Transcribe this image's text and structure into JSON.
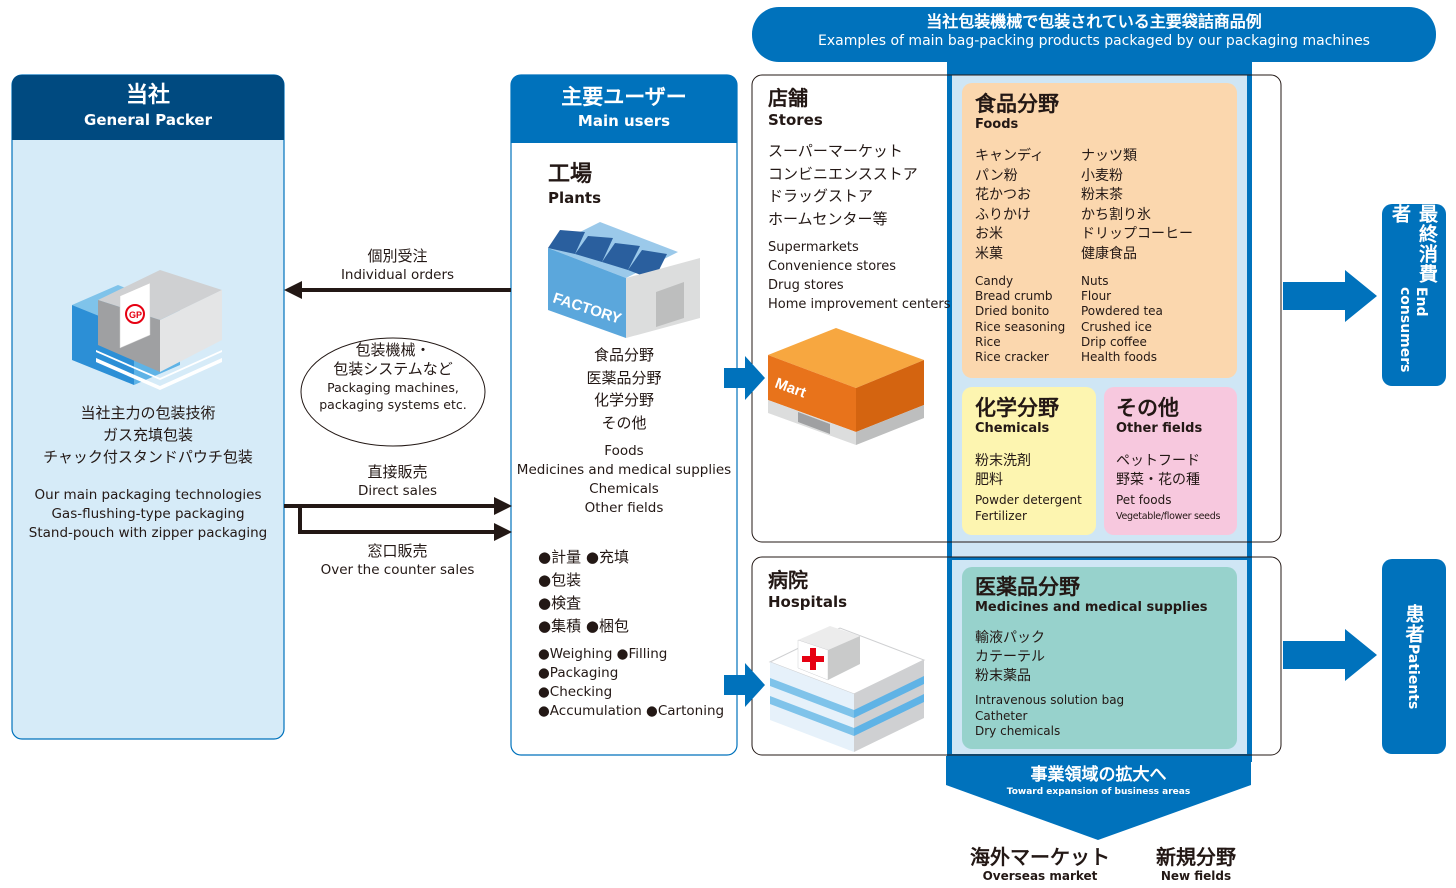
{
  "top_banner": {
    "title_jp": "当社包装機械で包装されている主要袋詰商品例",
    "title_en": "Examples of main bag-packing products packaged by our packaging machines"
  },
  "company": {
    "title_jp": "当社",
    "title_en": "General Packer",
    "tech_jp": [
      "当社主力の包装技術",
      "ガス充填包装",
      "チャック付スタンドパウチ包装"
    ],
    "tech_en": [
      "Our main packaging technologies",
      "Gas-flushing-type packaging",
      "Stand-pouch with zipper packaging"
    ]
  },
  "flows": {
    "individual_jp": "個別受注",
    "individual_en": "Individual orders",
    "ellipse_jp": [
      "包装機械・",
      "包装システムなど"
    ],
    "ellipse_en": [
      "Packaging machines,",
      "packaging systems etc."
    ],
    "direct_jp": "直接販売",
    "direct_en": "Direct sales",
    "counter_jp": "窓口販売",
    "counter_en": "Over the counter sales"
  },
  "main_users": {
    "title_jp": "主要ユーザー",
    "title_en": "Main users",
    "plants_jp": "工場",
    "plants_en": "Plants",
    "factory_label": "FACTORY",
    "fields_jp": [
      "食品分野",
      "医薬品分野",
      "化学分野",
      "その他"
    ],
    "fields_en": [
      "Foods",
      "Medicines and medical supplies",
      "Chemicals",
      "Other fields"
    ],
    "processes_jp": [
      "●計量 ●充填",
      "●包装",
      "●検査",
      "●集積 ●梱包"
    ],
    "processes_en": [
      "●Weighing ●Filling",
      "●Packaging",
      "●Checking",
      "●Accumulation ●Cartoning"
    ]
  },
  "stores": {
    "title_jp": "店舗",
    "title_en": "Stores",
    "list_jp": [
      "スーパーマーケット",
      "コンビニエンスストア",
      "ドラッグストア",
      "ホームセンター等"
    ],
    "list_en": [
      "Supermarkets",
      "Convenience stores",
      "Drug stores",
      "Home improvement centers"
    ],
    "mart_label": "Mart"
  },
  "foods": {
    "title_jp": "食品分野",
    "title_en": "Foods",
    "col1_jp": [
      "キャンディ",
      "パン粉",
      "花かつお",
      "ふりかけ",
      "お米",
      "米菓"
    ],
    "col2_jp": [
      "ナッツ類",
      "小麦粉",
      "粉末茶",
      "かち割り氷",
      "ドリップコーヒー",
      "健康食品"
    ],
    "col1_en": [
      "Candy",
      "Bread crumb",
      "Dried bonito",
      "Rice seasoning",
      "Rice",
      "Rice cracker"
    ],
    "col2_en": [
      "Nuts",
      "Flour",
      "Powdered tea",
      "Crushed ice",
      "Drip coffee",
      "Health foods"
    ]
  },
  "chemicals": {
    "title_jp": "化学分野",
    "title_en": "Chemicals",
    "list_jp": [
      "粉末洗剤",
      "肥料"
    ],
    "list_en": [
      "Powder detergent",
      "Fertilizer"
    ]
  },
  "other": {
    "title_jp": "その他",
    "title_en": "Other fields",
    "list_jp": [
      "ペットフード",
      "野菜・花の種"
    ],
    "list_en": [
      "Pet foods",
      "Vegetable/flower seeds"
    ]
  },
  "hospitals": {
    "title_jp": "病院",
    "title_en": "Hospitals"
  },
  "medicine": {
    "title_jp": "医薬品分野",
    "title_en": "Medicines and medical supplies",
    "list_jp": [
      "輸液パック",
      "カテーテル",
      "粉末薬品"
    ],
    "list_en": [
      "Intravenous solution bag",
      "Catheter",
      "Dry chemicals"
    ]
  },
  "end_consumers": {
    "jp": "最終消費者",
    "en": "End consumers"
  },
  "patients": {
    "jp": "患者",
    "en": "Patients"
  },
  "expansion": {
    "title_jp": "事業領域の拡大へ",
    "title_en": "Toward expansion of business areas",
    "overseas_jp": "海外マーケット",
    "overseas_en": "Overseas market",
    "new_jp": "新規分野",
    "new_en": "New fields"
  },
  "colors": {
    "blue": "#0072bc",
    "navy": "#004a80",
    "light_blue": "#d6ebf8",
    "foods_bg": "#fbd7ae",
    "chem_bg": "#fdf5b0",
    "other_bg": "#f7c8de",
    "med_bg": "#97d2cc"
  }
}
